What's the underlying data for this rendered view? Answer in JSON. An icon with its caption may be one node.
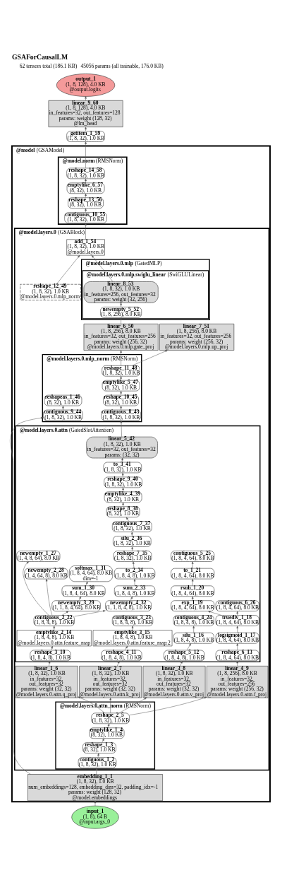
{
  "diagram": {
    "title": "GSAForCausalLM",
    "labels": [
      "62 tensors total (186.1 KB)",
      "45056 params (all trainable, 176.0 KB)"
    ],
    "nodes": [
      {
        "text": [
          "output_1",
          "(1, 8, 128), 4.0 KB",
          "@output.logits"
        ]
      },
      {
        "text": [
          "linear_9_60",
          "(1, 8, 128), 4.0 KB",
          "in_features=32, out_features=128",
          "params: weight (128, 32)",
          "@lm_head"
        ]
      },
      {
        "text": [
          "getitem_1_59",
          "(1, 8, 32), 1.0 KB"
        ]
      },
      {
        "text": [
          "@model",
          "(GSAModel)"
        ]
      },
      {
        "text": [
          "@model.norm",
          "(RMSNorm)"
        ],
        "in": 3
      },
      {
        "text": [
          "reshape_14_58",
          "(1, 8, 32), 1.0 KB"
        ],
        "in": 4
      },
      {
        "text": [
          "emptylike_6_57",
          "(8, 32), 1.0 KB"
        ],
        "in": 4
      },
      {
        "text": [
          "reshape_13_56",
          "(8, 32), 1.0 KB"
        ],
        "in": 4
      },
      {
        "text": [
          "contiguous_10_55",
          "(1, 8, 32), 1.0 KB"
        ],
        "in": 4
      },
      {
        "text": [
          "@model.layers.0",
          "(GSABlock)"
        ],
        "in": 3
      },
      {
        "text": [
          "add_1_54",
          "(1, 8, 32), 1.0 KB",
          "@model.layers.0"
        ],
        "in": 9
      },
      {
        "text": [
          "@model.layers.0.mlp",
          "(GatedMLP)"
        ],
        "in": 9
      },
      {
        "text": [
          "reshape_12_49",
          "(1, 8, 32), 1.0 KB",
          "@model.layers.0.mlp_norm"
        ],
        "in": 9
      },
      {
        "text": [
          "@model.layers.0.mlp.swiglu_linear",
          "(SwiGLULinear)"
        ],
        "in": 11
      },
      {
        "text": [
          "linear_8_53",
          "(1, 8, 32), 1.0 KB",
          "in_features=256, out_features=32",
          "params: weight (32, 256)"
        ],
        "in": 13
      },
      {
        "text": [
          "newempty_5_52",
          "(1, 8, 256), 8.0 KB"
        ],
        "in": 13
      },
      {
        "text": [
          "linear_6_50",
          "(1, 8, 256), 8.0 KB",
          "in_features=32, out_features=256",
          "params: weight (256, 32)",
          "@model.layers.0.mlp.gate_proj"
        ],
        "in": 9
      },
      {
        "text": [
          "linear_7_51",
          "(1, 8, 256), 8.0 KB",
          "in_features=32, out_features=256",
          "params: weight (256, 32)",
          "@model.layers.0.mlp.up_proj"
        ],
        "in": 9
      },
      {
        "text": [
          "@model.layers.0.mlp_norm",
          "(RMSNorm)"
        ],
        "in": 9
      },
      {
        "text": [
          "reshape_11_48",
          "(1, 8, 32), 1.0 KB"
        ],
        "in": 18
      },
      {
        "text": [
          "emptylike_5_47",
          "(8, 32), 1.0 KB"
        ],
        "in": 18
      },
      {
        "text": [
          "reshape_10_45",
          "(8, 32), 1.0 KB"
        ],
        "in": 18
      },
      {
        "text": [
          "reshapeas_1_46",
          "(8, 32), 1.0 KB"
        ],
        "in": 18
      },
      {
        "text": [
          "contiguous_8_43",
          "(1, 8, 32), 1.0 KB"
        ],
        "in": 18
      },
      {
        "text": [
          "contiguous_9_44",
          "(1, 8, 32), 1.0 KB"
        ],
        "in": 18
      },
      {
        "text": [
          "@model.layers.0.attn",
          "(GatedSlotAttention)"
        ],
        "in": 9
      },
      {
        "text": [
          "linear_5_42",
          "(1, 8, 32), 1.0 KB",
          "in_features=32, out_features=32",
          "params: (32, 32)"
        ],
        "in": 25
      },
      {
        "text": [
          "to_3_41",
          "(1, 8, 32), 1.0 KB"
        ],
        "in": 25
      },
      {
        "text": [
          "reshape_9_40",
          "(1, 8, 32), 1.0 KB"
        ],
        "in": 25
      },
      {
        "text": [
          "emptylike_4_39",
          "(8, 32), 1.0 KB"
        ],
        "in": 25
      },
      {
        "text": [
          "reshape_8_38",
          "(8, 32), 1.0 KB"
        ],
        "in": 25
      },
      {
        "text": [
          "contiguous_7_37",
          "(1, 8, 32), 1.0 KB"
        ],
        "in": 25
      },
      {
        "text": [
          "silu_2_36",
          "(1, 8, 32), 1.0 KB"
        ],
        "in": 25
      },
      {
        "text": [
          "reshape_7_35",
          "(1, 8, 32), 1.0 KB"
        ],
        "in": 25
      },
      {
        "text": [
          "contiguous_5_25",
          "(1, 8, 4, 64), 8.0 KB"
        ],
        "in": 25
      },
      {
        "text": [
          "softmax_1_31",
          "(1, 8, 4, 64), 8.0 KB",
          "dim=-1"
        ],
        "in": 25
      },
      {
        "text": [
          "to_2_34",
          "(1, 8, 4, 8), 1.0 KB"
        ],
        "in": 25
      },
      {
        "text": [
          "to_1_21",
          "(1, 8, 4, 64), 8.0 KB"
        ],
        "in": 25
      },
      {
        "text": [
          "sum_1_30",
          "(1, 8, 4, 64), 8.0 KB"
        ],
        "in": 25
      },
      {
        "text": [
          "sum_2_33",
          "(1, 8, 4, 8), 1.0 KB"
        ],
        "in": 25
      },
      {
        "text": [
          "rsub_1_20",
          "(1, 8, 4, 64), 8.0 KB"
        ],
        "in": 25
      },
      {
        "text": [
          "newempty_1_27",
          "(1, 4, 8, 64), 8.0 KB"
        ],
        "in": 25
      },
      {
        "text": [
          "newempty_2_28",
          "(1, 4, 64, 8), 8.0 KB"
        ],
        "in": 25
      },
      {
        "text": [
          "newempty_3_29",
          "(1, 1, 8, 4, 64), 8.0 KB"
        ],
        "in": 25
      },
      {
        "text": [
          "newempty_4_32",
          "(1, 1, 8, 4, 8), 1.0 KB"
        ],
        "in": 25
      },
      {
        "text": [
          "exp_1_19",
          "(1, 8, 4, 64), 8.0 KB"
        ],
        "in": 25
      },
      {
        "text": [
          "contiguous_6_26",
          "(1, 8, 4, 64), 8.0 KB"
        ],
        "in": 25
      },
      {
        "text": [
          "contiguous_2_22",
          "(1, 8, 4, 8), 1.0 KB"
        ],
        "in": 25
      },
      {
        "text": [
          "contiguous_3_23",
          "(1, 8, 4, 8), 1.0 KB"
        ],
        "in": 25
      },
      {
        "text": [
          "contiguous_4_24",
          "(1, 8, 4, 8), 1.0 KB"
        ],
        "in": 25
      },
      {
        "text": [
          "truediv_1_18",
          "(1, 8, 4, 64), 8.0 KB"
        ],
        "in": 25
      },
      {
        "text": [
          "emptylike_2_14",
          "(1, 8, 4, 8), 1.0 KB",
          "@model.layers.0.attn.feature_map"
        ],
        "in": 25
      },
      {
        "text": [
          "emptylike_3_15",
          "(1, 8, 4, 8), 1.0 KB",
          "@model.layers.0.attn.feature_map:2"
        ],
        "in": 25
      },
      {
        "text": [
          "silu_1_16",
          "(1, 8, 4, 8), 1.0 KB"
        ],
        "in": 25
      },
      {
        "text": [
          "logsigmoid_1_17",
          "(1, 8, 4, 64), 8.0 KB"
        ],
        "in": 25
      },
      {
        "text": [
          "reshape_3_10",
          "(1, 8, 4, 8), 1.0 KB"
        ],
        "in": 25
      },
      {
        "text": [
          "reshape_4_11",
          "(1, 8, 4, 8), 1.0 KB"
        ],
        "in": 25
      },
      {
        "text": [
          "reshape_5_12",
          "(1, 8, 4, 8), 1.0 KB"
        ],
        "in": 25
      },
      {
        "text": [
          "reshape_6_13",
          "(1, 8, 4, 64), 8.0 KB"
        ],
        "in": 25
      },
      {
        "text": [
          "linear_1_6",
          "(1, 8, 32), 1.0 KB",
          "in_features=32, out_features=32",
          "params: weight (32, 32)",
          "@model.layers.0.attn.q_proj"
        ],
        "in": 9
      },
      {
        "text": [
          "linear_2_7",
          "(1, 8, 32), 1.0 KB",
          "in_features=32, out_features=32",
          "params: weight (32, 32)",
          "@model.layers.0.attn.k_proj"
        ],
        "in": 9
      },
      {
        "text": [
          "linear_3_8",
          "(1, 8, 32), 1.0 KB",
          "in_features=32, out_features=32",
          "params: weight (32, 32)",
          "@model.layers.0.attn.v_proj"
        ],
        "in": 9
      },
      {
        "text": [
          "linear_4_9",
          "(1, 8, 256), 8.0 KB",
          "in_features=32, out_features=256",
          "params: weight (256, 32)",
          "@model.layers.0.attn.f_proj"
        ],
        "in": 9
      },
      {
        "text": [
          "@model.layers.0.attn_norm",
          "(RMSNorm)"
        ],
        "in": 9
      },
      {
        "text": [
          "reshape_2_5",
          "(1, 8, 32), 1.0 KB"
        ],
        "in": 63
      },
      {
        "text": [
          "emptylike_1_4",
          "(8, 32), 1.0 KB"
        ],
        "in": 63
      },
      {
        "text": [
          "reshape_1_3",
          "(8, 32), 1.0 KB"
        ],
        "in": 63
      },
      {
        "text": [
          "contiguous_1_2",
          "(1, 8, 32), 1.0 KB"
        ],
        "in": 63
      },
      {
        "text": [
          "embedding_1_1",
          "(1, 8, 32), 1.0 KB",
          "num_embeddings=128, embedding_dim=32, padding_idx=-1",
          "params: weight (128, 32)",
          "@model.embeddings"
        ],
        "in": 3
      },
      {
        "text": [
          "input_1",
          "(1, 8), 64 B",
          "@input.args_0"
        ]
      }
    ],
    "edges": [
      {
        "from": 69,
        "to": 68,
        "arrow": "to"
      },
      {
        "from": 68,
        "to": 67,
        "arrow": "to"
      },
      {
        "from": 67,
        "to": 66,
        "arrow": "to"
      },
      {
        "from": 66,
        "to": 65,
        "arrow": "to"
      },
      {
        "from": 65,
        "to": 64,
        "arrow": "to"
      },
      {
        "from": 64,
        "to": 59,
        "arrow": "to"
      },
      {
        "from": 64,
        "to": 60,
        "arrow": "to"
      },
      {
        "from": 64,
        "to": 61,
        "arrow": "to"
      },
      {
        "from": 64,
        "to": 62,
        "arrow": "to"
      },
      {
        "from": 68,
        "to": 24,
        "arrow": "to"
      },
      {
        "from": 59,
        "to": 55,
        "arrow": "to"
      },
      {
        "from": 60,
        "to": 56,
        "arrow": "to"
      },
      {
        "from": 61,
        "to": 57,
        "arrow": "to"
      },
      {
        "from": 62,
        "to": 58,
        "arrow": "to"
      },
      {
        "from": 55,
        "to": 51,
        "arrow": "to"
      },
      {
        "from": 56,
        "to": 52,
        "arrow": "to"
      },
      {
        "from": 57,
        "to": 53,
        "arrow": "to"
      },
      {
        "from": 58,
        "to": 54,
        "arrow": "to"
      },
      {
        "from": 51,
        "to": 47,
        "arrow": "to"
      },
      {
        "from": 52,
        "to": 48,
        "arrow": "to"
      },
      {
        "from": 53,
        "to": 49,
        "arrow": "to"
      },
      {
        "from": 54,
        "to": 50,
        "arrow": "to"
      },
      {
        "from": 50,
        "to": 45,
        "arrow": "to"
      },
      {
        "from": 50,
        "to": 46,
        "arrow": "to"
      },
      {
        "from": 47,
        "to": 41,
        "arrow": "to"
      },
      {
        "from": 47,
        "to": 42,
        "arrow": "to"
      },
      {
        "from": 47,
        "to": 43,
        "arrow": "to"
      },
      {
        "from": 47,
        "to": 44,
        "arrow": "to"
      },
      {
        "from": 43,
        "to": 38,
        "arrow": "to"
      },
      {
        "from": 38,
        "to": 35,
        "arrow": "to"
      },
      {
        "from": 44,
        "to": 39,
        "arrow": "to"
      },
      {
        "from": 39,
        "to": 36,
        "arrow": "to"
      },
      {
        "from": 36,
        "to": 33,
        "arrow": "to"
      },
      {
        "from": 33,
        "to": 32,
        "arrow": "to"
      },
      {
        "from": 45,
        "to": 40,
        "arrow": "to"
      },
      {
        "from": 40,
        "to": 37,
        "arrow": "to"
      },
      {
        "from": 37,
        "to": 34,
        "arrow": "to"
      },
      {
        "from": 32,
        "to": 31,
        "arrow": "to"
      },
      {
        "from": 31,
        "to": 30,
        "arrow": "to"
      },
      {
        "from": 30,
        "to": 29,
        "arrow": "to"
      },
      {
        "from": 29,
        "to": 28,
        "arrow": "to"
      },
      {
        "from": 28,
        "to": 27,
        "arrow": "to"
      },
      {
        "from": 27,
        "to": 26,
        "arrow": "to"
      },
      {
        "from": 26,
        "to": 23,
        "arrow": "to"
      },
      {
        "from": 23,
        "to": 21,
        "arrow": "to"
      },
      {
        "from": 21,
        "to": 20,
        "arrow": "to"
      },
      {
        "from": 20,
        "to": 19,
        "arrow": "to"
      },
      {
        "from": 24,
        "to": 22,
        "arrow": "to"
      },
      {
        "from": 19,
        "to": 16,
        "arrow": "to"
      },
      {
        "from": 19,
        "to": 17,
        "arrow": "to"
      },
      {
        "from": 16,
        "to": 15,
        "arrow": "to"
      },
      {
        "from": 15,
        "to": 14,
        "arrow": "to"
      },
      {
        "from": 14,
        "to": 10,
        "arrow": "to"
      },
      {
        "from": 12,
        "to": 10,
        "arrow": "to"
      },
      {
        "from": 10,
        "to": 8,
        "arrow": "to"
      },
      {
        "from": 8,
        "to": 7,
        "arrow": "to"
      },
      {
        "from": 7,
        "to": 6,
        "arrow": "to"
      },
      {
        "from": 6,
        "to": 5,
        "arrow": "to"
      },
      {
        "from": 5,
        "to": 2,
        "arrow": "to"
      },
      {
        "from": 2,
        "to": 1,
        "arrow": "to"
      },
      {
        "from": 1,
        "to": 0,
        "arrow": "to"
      }
    ]
  }
}
